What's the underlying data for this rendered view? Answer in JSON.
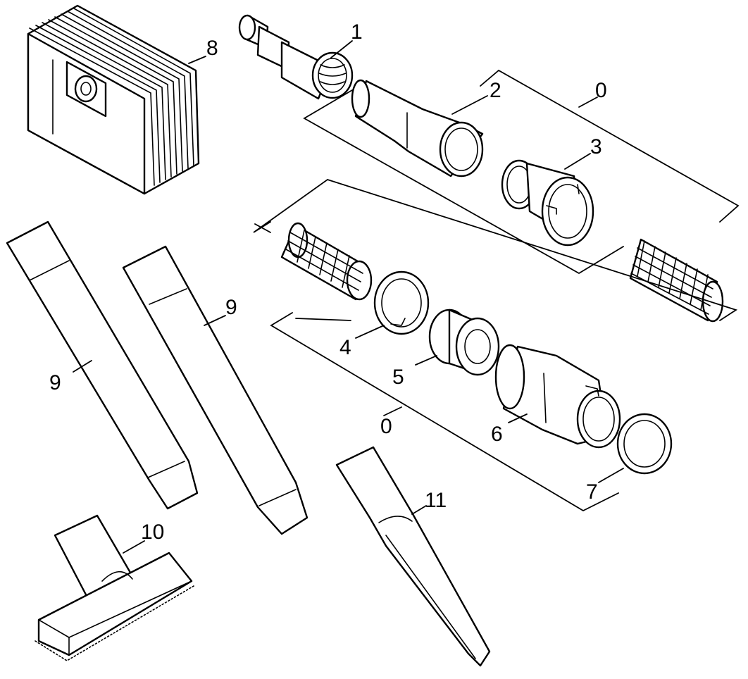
{
  "labels": {
    "p1": "1",
    "p2": "2",
    "p3": "3",
    "p0a": "0",
    "p8": "8",
    "p9a": "9",
    "p9b": "9",
    "p4": "4",
    "p5": "5",
    "p0b": "0",
    "p6": "6",
    "p7": "7",
    "p10": "10",
    "p11": "11"
  },
  "colors": {
    "line": "#000000",
    "fill": "#ffffff",
    "background": "#ffffff"
  }
}
